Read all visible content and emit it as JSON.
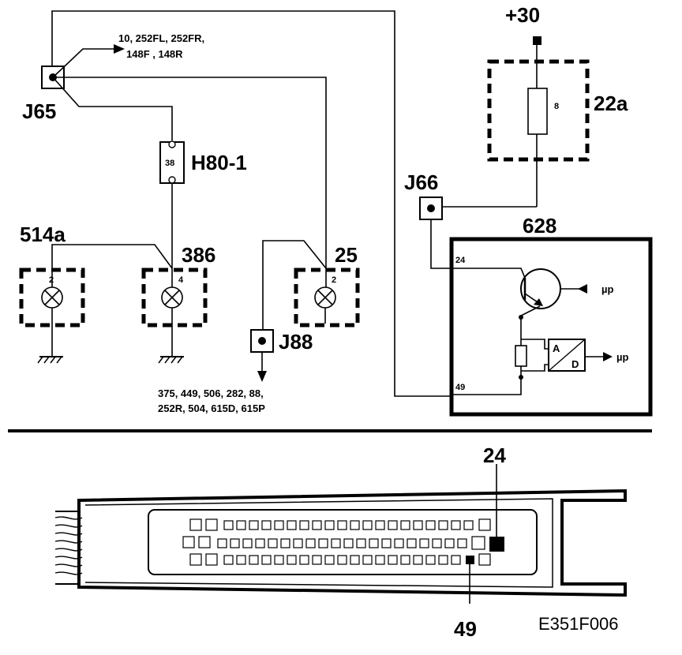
{
  "supply": {
    "label": "+30"
  },
  "fuse": {
    "label": "22a",
    "number": "8"
  },
  "junctions": {
    "j65": "J65",
    "j66": "J66",
    "j88": "J88"
  },
  "j65_branches": {
    "line1": "10, 252FL, 252FR,",
    "line2": "148F , 148R"
  },
  "j88_branches": {
    "line1": "375, 449, 506, 282, 88,",
    "line2": "252R, 504, 615D, 615P"
  },
  "connector_h80": {
    "label": "H80-1",
    "pin": "38"
  },
  "lamps": [
    {
      "label": "514a",
      "pin": "2"
    },
    {
      "label": "386",
      "pin": "4"
    },
    {
      "label": "25",
      "pin": "2"
    }
  ],
  "ecu": {
    "label": "628",
    "pin_top": "24",
    "pin_bottom": "49",
    "mp_top": "µp",
    "mp_right": "µp",
    "ad_a": "A",
    "ad_d": "D"
  },
  "connector_view": {
    "pin_top": "24",
    "pin_bottom": "49"
  },
  "figure_id": "E351F006"
}
